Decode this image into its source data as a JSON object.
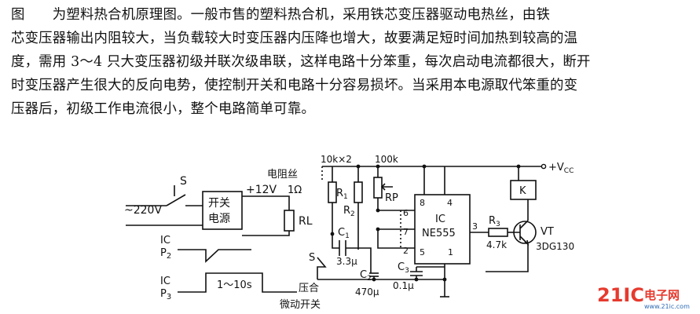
{
  "paragraph": {
    "lines": [
      "图　　为塑料热合机原理图。一般市售的塑料热合机，采用铁芯变压器驱动电热丝，由铁",
      "芯变压器输出内阻较大，当负载较大时变压器内压降也增大，故要满足短时间加热到较高的温",
      "度，需用 3～4 只大变压器初级并联次级串联，这样电路十分笨重，每次启动电流都很大，断开",
      "时变压器产生很大的反向电势，使控制开关和电路十分容易损坏。当采用本电源取代笨重的变",
      "压器后，初级工作电流很小，整个电路简单可靠。"
    ]
  },
  "schematic": {
    "switch_s": "S",
    "mains": "~220V",
    "psu_line1": "开关",
    "psu_line2": "电源",
    "out_voltage": "+12V",
    "wire_label": "电阻丝",
    "wire_value": "1Ω",
    "rl": "RL",
    "p2_ic": "IC",
    "p2_name": "P",
    "p2_sub": "2",
    "p3_ic": "IC",
    "p3_name": "P",
    "p3_sub": "3",
    "pulse_duration": "1～10s",
    "press": "压合",
    "micro_switch": "微动开关",
    "r_top_label": "10k×2",
    "rp_top_label": "100k",
    "vcc": "+V",
    "vcc_sub": "CC",
    "r1": "R",
    "r1_sub": "1",
    "r2": "R",
    "r2_sub": "2",
    "rp": "RP",
    "c1": "C",
    "c1_sub": "1",
    "s2": "S",
    "c1_val": "3.3μ",
    "c2": "C",
    "c2_sub": "2",
    "c2_val": "470μ",
    "c3": "C",
    "c3_sub": "3",
    "c3_val": "0.1μ",
    "ic_name": "IC",
    "ic_part": "NE555",
    "pin8": "8",
    "pin4": "4",
    "pin6": "6",
    "pin7": "7",
    "pin2": "2",
    "pin5": "5",
    "pin1": "1",
    "pin3": "3",
    "r3": "R",
    "r3_sub": "3",
    "r3_val": "4.7k",
    "relay": "K",
    "vt": "VT",
    "vt_part": "3DG130"
  },
  "watermark": {
    "brand": "21IC",
    "cn": "电子网",
    "url": "www.21ic.com",
    "red": "#e63a2e",
    "blue": "#2d6bb5"
  }
}
